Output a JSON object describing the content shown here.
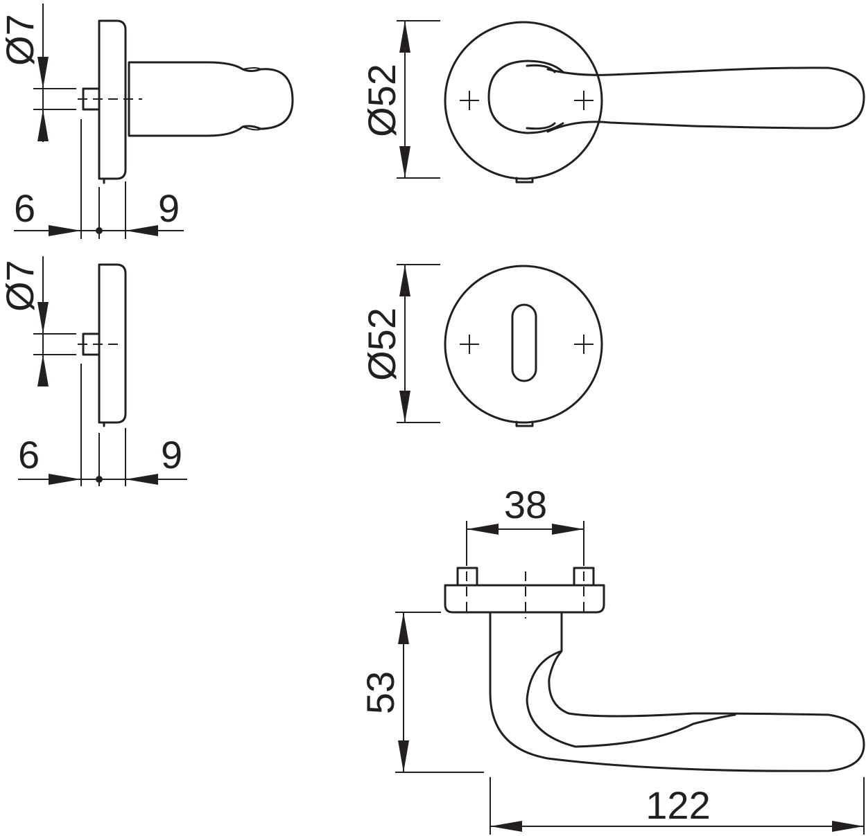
{
  "dimensions": {
    "side_top": {
      "pin_diameter": "Ø7",
      "left": "6",
      "right": "9"
    },
    "side_bottom": {
      "pin_diameter": "Ø7",
      "left": "6",
      "right": "9"
    },
    "rose_lever": {
      "diameter": "Ø52"
    },
    "rose_key": {
      "diameter": "Ø52"
    },
    "lever_top_view": {
      "screw_spacing": "38",
      "height": "53",
      "length": "122"
    }
  }
}
